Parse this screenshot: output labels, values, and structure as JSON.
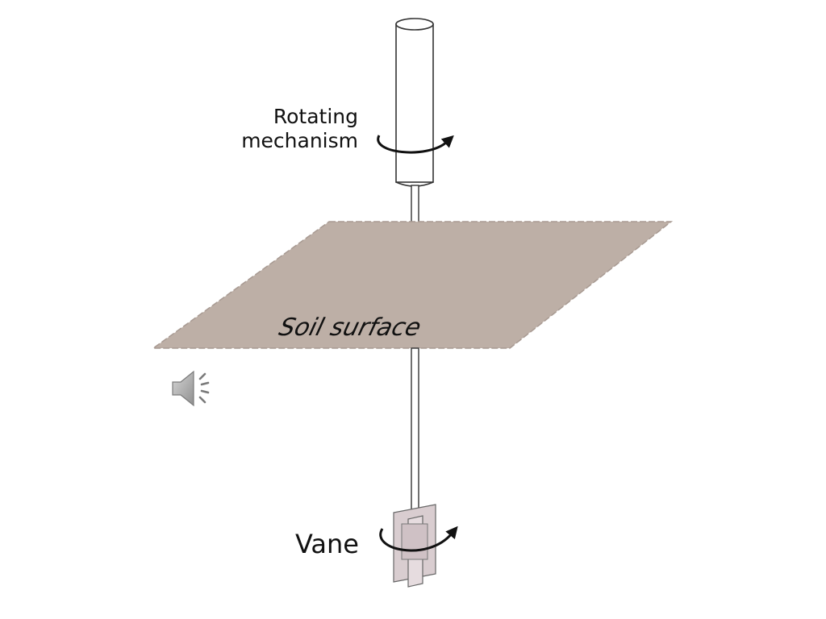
{
  "labels": {
    "rotating_line1": "Rotating",
    "rotating_line2": "mechanism",
    "soil_surface": "Soil surface",
    "vane": "Vane"
  },
  "icons": {
    "audio": "speaker-icon"
  },
  "colors": {
    "soil": "#bdafa6",
    "soil_edge": "#a89a92",
    "vane_fill": "#d9cdd0",
    "line": "#222222",
    "text": "#111111",
    "speaker": "#b5b5b5"
  }
}
